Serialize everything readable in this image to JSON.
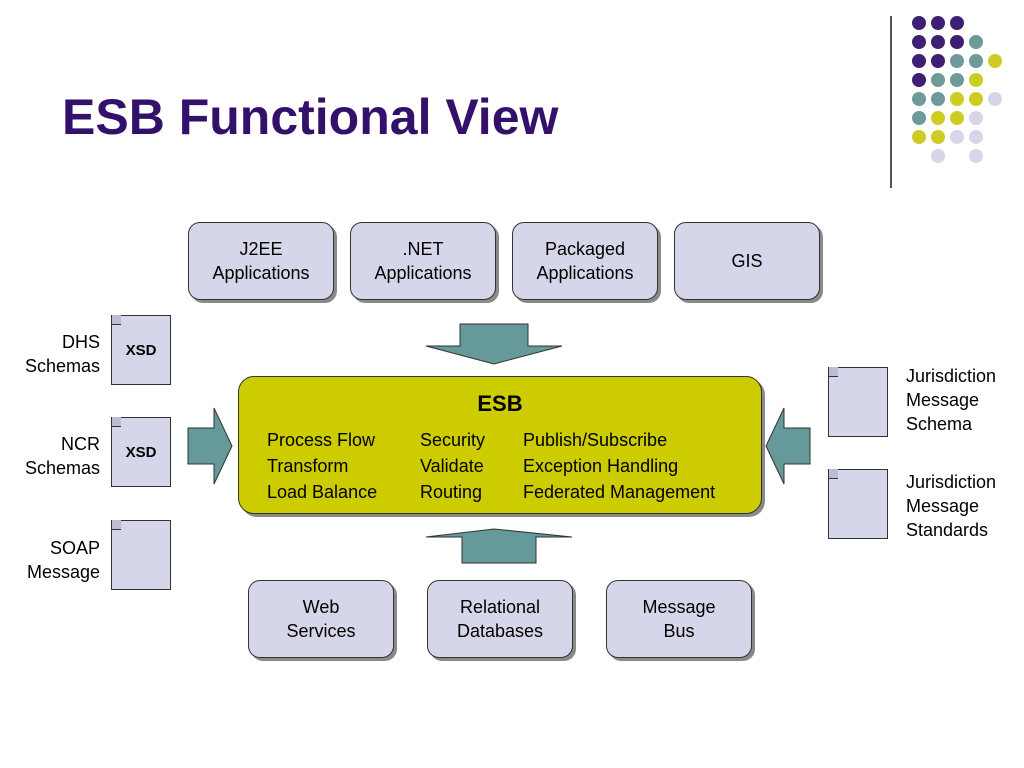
{
  "slide": {
    "title": "ESB Functional View"
  },
  "palette": {
    "purple": "#3d1f74",
    "teal": "#6e9a9a",
    "yellow": "#cccc22",
    "lavender": "#d6d6ea",
    "esb_fill": "#cccc00",
    "arrow": "#669999"
  },
  "top_boxes": [
    {
      "label": "J2EE\nApplications"
    },
    {
      "label": ".NET\nApplications"
    },
    {
      "label": "Packaged\nApplications"
    },
    {
      "label": "GIS"
    }
  ],
  "bottom_boxes": [
    {
      "label": "Web\nServices"
    },
    {
      "label": "Relational\nDatabases"
    },
    {
      "label": "Message\nBus"
    }
  ],
  "esb": {
    "title": "ESB",
    "columns": [
      [
        "Process Flow",
        "Transform",
        "Load Balance"
      ],
      [
        "Security",
        "Validate",
        "Routing"
      ],
      [
        "Publish/Subscribe",
        "Exception Handling",
        "Federated Management"
      ]
    ]
  },
  "left_docs": [
    {
      "label": "DHS\nSchemas",
      "doc_text": "XSD"
    },
    {
      "label": "NCR\nSchemas",
      "doc_text": "XSD"
    },
    {
      "label": "SOAP\nMessage",
      "doc_text": ""
    }
  ],
  "right_docs": [
    {
      "label": "Jurisdiction\nMessage\nSchema"
    },
    {
      "label": "Jurisdiction\nMessage\nStandards"
    }
  ]
}
